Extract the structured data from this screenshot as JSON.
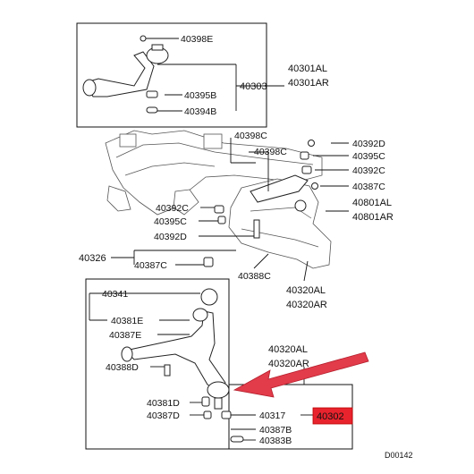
{
  "parts": {
    "p40398E": "40398E",
    "p40301AL": "40301AL",
    "p40301AR": "40301AR",
    "p40303": "40303",
    "p40395B": "40395B",
    "p40394B": "40394B",
    "p40398C_a": "40398C",
    "p40398C_b": "40398C",
    "p40392D_r": "40392D",
    "p40395C_r": "40395C",
    "p40392C_r": "40392C",
    "p40387C_r": "40387C",
    "p40801AL": "40801AL",
    "p40801AR": "40801AR",
    "p40392C_l": "40392C",
    "p40395C_l": "40395C",
    "p40392D_l": "40392D",
    "p40326": "40326",
    "p40387C_l": "40387C",
    "p40388C": "40388C",
    "p40320AL_t": "40320AL",
    "p40320AR_t": "40320AR",
    "p40341": "40341",
    "p40381E": "40381E",
    "p40387E": "40387E",
    "p40388D": "40388D",
    "p40320AL_b": "40320AL",
    "p40320AR_b": "40320AR",
    "p40381D": "40381D",
    "p40387D": "40387D",
    "p40317": "40317",
    "p40302": "40302",
    "p40387B": "40387B",
    "p40383B": "40383B"
  },
  "diagram_code": "D00142",
  "colors": {
    "highlight": "#e8232d",
    "arrow": "#e23b4a",
    "line": "#111111"
  }
}
